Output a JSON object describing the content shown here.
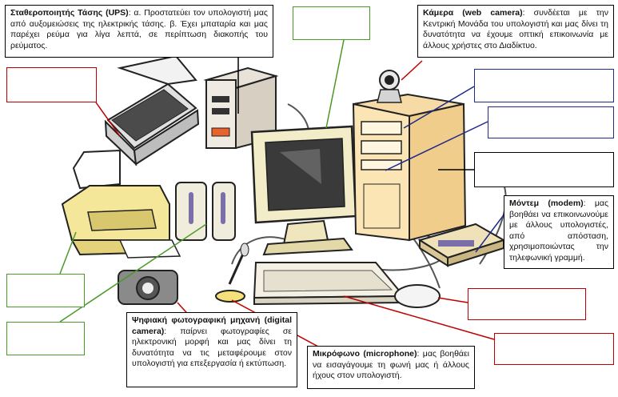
{
  "ups": {
    "term": "Σταθεροποιητής Τάσης (UPS)",
    "desc": ": α. Προστατεύει τον υπολογιστή μας από αυξομειώσεις της ηλεκτρικής τάσης. β. Έχει μπαταρία και μας παρέχει ρεύμα για λίγα λεπτά, σε περίπτωση διακοπής του ρεύματος."
  },
  "webcam": {
    "term": "Κάμερα (web camera)",
    "desc": ": συνδέεται με την Κεντρική Μονάδα του υπολογιστή και μας δίνει τη δυνατότητα να έχουμε οπτική επικοινωνία με άλλους χρήστες στο Διαδίκτυο."
  },
  "modem": {
    "term": "Μόντεμ (modem)",
    "desc": ": μας βοηθάει να επικοινωνούμε με άλλους υπολογιστές, από απόσταση, χρησιμοποιώντας την τηλεφωνική γραμμή."
  },
  "camera": {
    "term": "Ψηφιακή φωτογραφική μηχανή (digital camera)",
    "desc": ": παίρνει φωτογραφίες σε ηλεκτρονική μορφή και μας δίνει τη δυνατότητα να τις μεταφέρουμε στον υπολογιστή για επεξεργασία ή εκτύπωση."
  },
  "microphone": {
    "term": "Μικρόφωνο (microphone)",
    "desc": ": μας βοηθάει να εισαγάγουμε τη φωνή μας ή άλλους ήχους στον υπολογιστή."
  },
  "colors": {
    "red": "#c00000",
    "green": "#4a9a2a",
    "blue": "#1f2a8a",
    "black": "#000000"
  }
}
